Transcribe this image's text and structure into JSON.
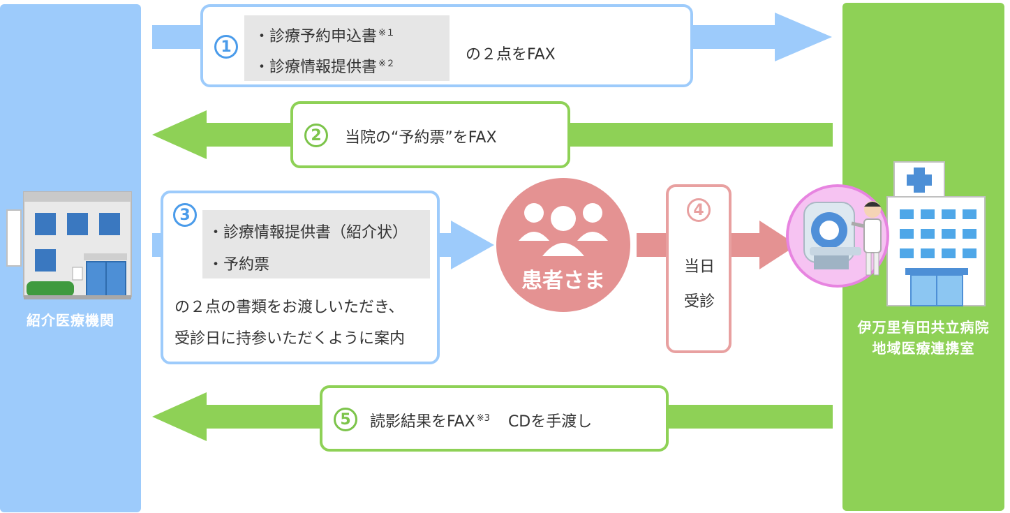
{
  "left_column": {
    "label": "紹介医療機関"
  },
  "right_column": {
    "label_line1": "伊万里有田共立病院",
    "label_line2": "地域医療連携室"
  },
  "step1": {
    "number": "1",
    "items": [
      {
        "text": "・診療予約申込書",
        "note": "※１"
      },
      {
        "text": "・診療情報提供書",
        "note": "※２"
      }
    ],
    "suffix": "の２点をFAX"
  },
  "step2": {
    "number": "2",
    "text": "当院の“予約票”をFAX"
  },
  "step3": {
    "number": "3",
    "items": [
      "・診療情報提供書（紹介状）",
      "・予約票"
    ],
    "line1": "の２点の書類をお渡しいただき、",
    "line2": "受診日に持参いただくように案内"
  },
  "patient": {
    "label": "患者さま"
  },
  "step4": {
    "number": "4",
    "line1": "当日",
    "line2": "受診"
  },
  "step5": {
    "number": "5",
    "text": "読影結果をFAX",
    "note": "※3",
    "extra": "CDを手渡し"
  },
  "colors": {
    "blue": "#9dcbfb",
    "green": "#8ed156",
    "pink": "#e49292",
    "number_blue": "#4a9bea"
  }
}
